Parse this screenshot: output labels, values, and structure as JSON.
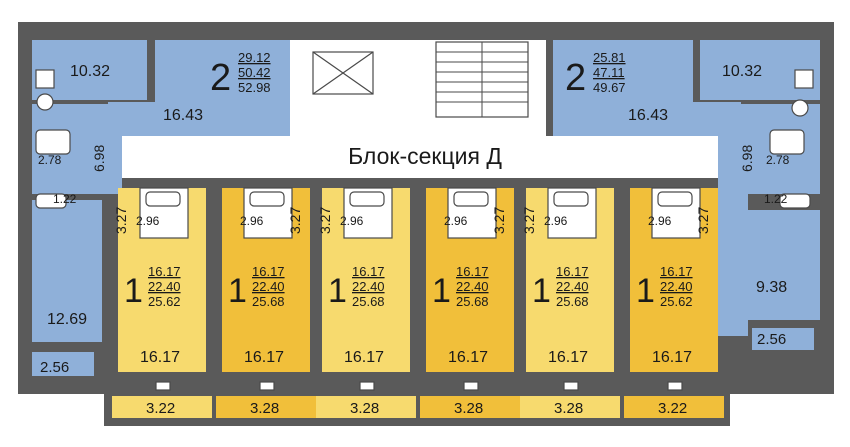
{
  "title": "Блок-секция Д",
  "top_flats": [
    {
      "rooms": "2",
      "a": "29.12",
      "b": "50.42",
      "c": "52.98"
    },
    {
      "rooms": "2",
      "a": "25.81",
      "b": "47.11",
      "c": "49.67"
    }
  ],
  "top_labels": {
    "kitchen_left": "10.32",
    "kitchen_right": "10.32",
    "living_left": "16.43",
    "living_right": "16.43",
    "bath_left": "2.78",
    "bath_right": "2.78",
    "corr_left": "6.98",
    "corr_right": "6.98",
    "wc_left": "1.22",
    "wc_right": "1.22"
  },
  "side_labels": {
    "left_room": "12.69",
    "left_balcony": "2.56",
    "right_room": "9.38",
    "right_balcony": "2.56"
  },
  "studios": [
    {
      "rooms": "1",
      "a": "16.17",
      "b": "22.40",
      "c": "25.62",
      "main": "16.17",
      "bath": "2.96",
      "hall": "3.27",
      "balcony": "3.22"
    },
    {
      "rooms": "1",
      "a": "16.17",
      "b": "22.40",
      "c": "25.68",
      "main": "16.17",
      "bath": "2.96",
      "hall": "3.27",
      "balcony": "3.28"
    },
    {
      "rooms": "1",
      "a": "16.17",
      "b": "22.40",
      "c": "25.68",
      "main": "16.17",
      "bath": "2.96",
      "hall": "3.27",
      "balcony": "3.28"
    },
    {
      "rooms": "1",
      "a": "16.17",
      "b": "22.40",
      "c": "25.68",
      "main": "16.17",
      "bath": "2.96",
      "hall": "3.27",
      "balcony": "3.28"
    },
    {
      "rooms": "1",
      "a": "16.17",
      "b": "22.40",
      "c": "25.68",
      "main": "16.17",
      "bath": "2.96",
      "hall": "3.27",
      "balcony": "3.28"
    },
    {
      "rooms": "1",
      "a": "16.17",
      "b": "22.40",
      "c": "25.62",
      "main": "16.17",
      "bath": "2.96",
      "hall": "3.27",
      "balcony": "3.22"
    }
  ],
  "colors": {
    "blue": "#8fb0d9",
    "yellow_light": "#f7da6e",
    "yellow_dark": "#f1bf3a",
    "wall": "#5a5a5a"
  }
}
